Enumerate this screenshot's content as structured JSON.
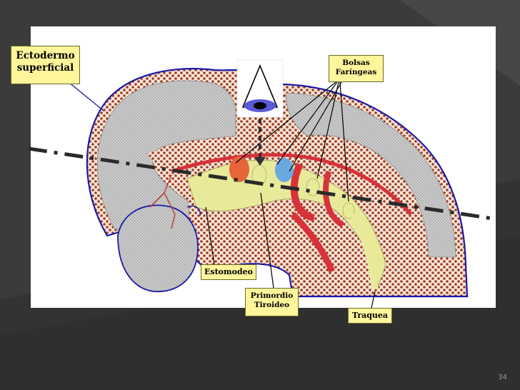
{
  "labels": {
    "ectodermo_line1": "Ectodermo",
    "ectodermo_line2": "superficial",
    "bolsas_line1": "Bolsas",
    "bolsas_line2": "Faríngeas",
    "estomodeo": "Estomodeo",
    "primordio_line1": "Primordio",
    "primordio_line2": "Tiroideo",
    "traquea": "Traquea"
  },
  "slide_number": "34",
  "colors": {
    "background": "#3b3b3b",
    "label_fill": "#fff59b",
    "ectoderm_line": "#1a1aa8",
    "mesoderm_dots": "#a23a1a",
    "neural_gray": "#c4c4c4",
    "vessel_red": "#d8323a",
    "endoderm_yellow": "#e8ea9a",
    "pouch_blue": "#6aa8e0",
    "pouch_orange": "#e8643a"
  }
}
